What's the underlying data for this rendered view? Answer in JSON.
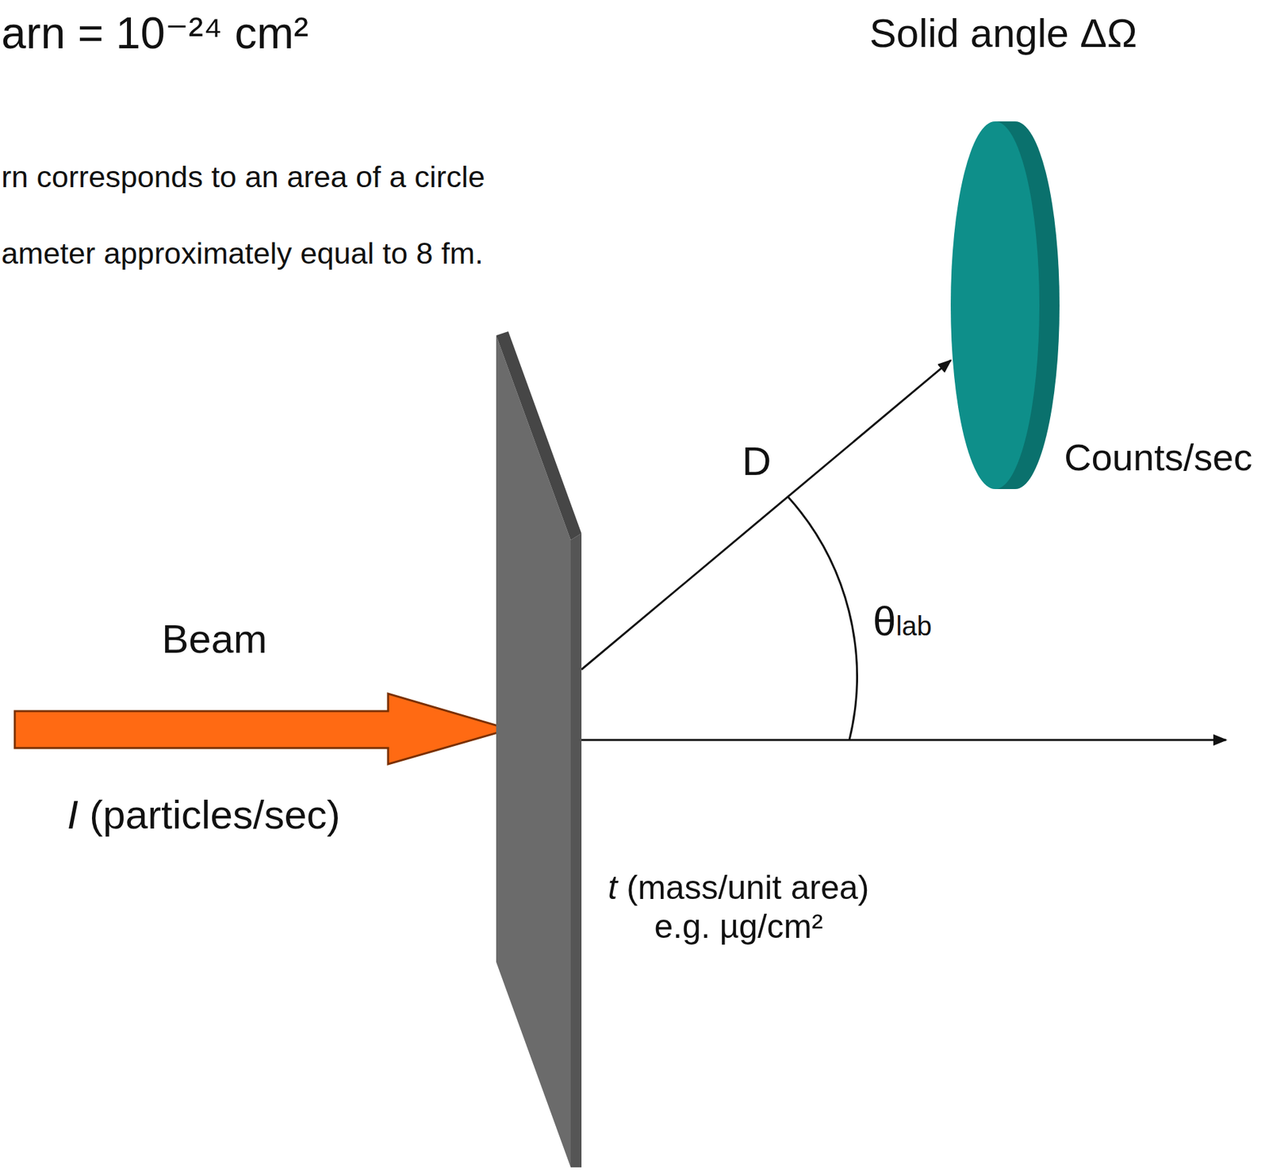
{
  "diagram": {
    "nodes": [
      {
        "text": [
          "t (mass/unit area) e.g. µg/cm²"
        ]
      },
      {
        "text": [
          "Solid angle ΔΩ",
          "Counts/sec"
        ]
      }
    ],
    "edges": [
      {
        "from": 0,
        "to": 1,
        "arrow": "to",
        "label": "D"
      }
    ],
    "labels": [
      "arn = 10⁻²⁴ cm²",
      "rn corresponds to an area of a circle",
      "ameter approximately equal to 8 fm.",
      "Beam",
      "I (particles/sec)",
      "θlab"
    ]
  }
}
